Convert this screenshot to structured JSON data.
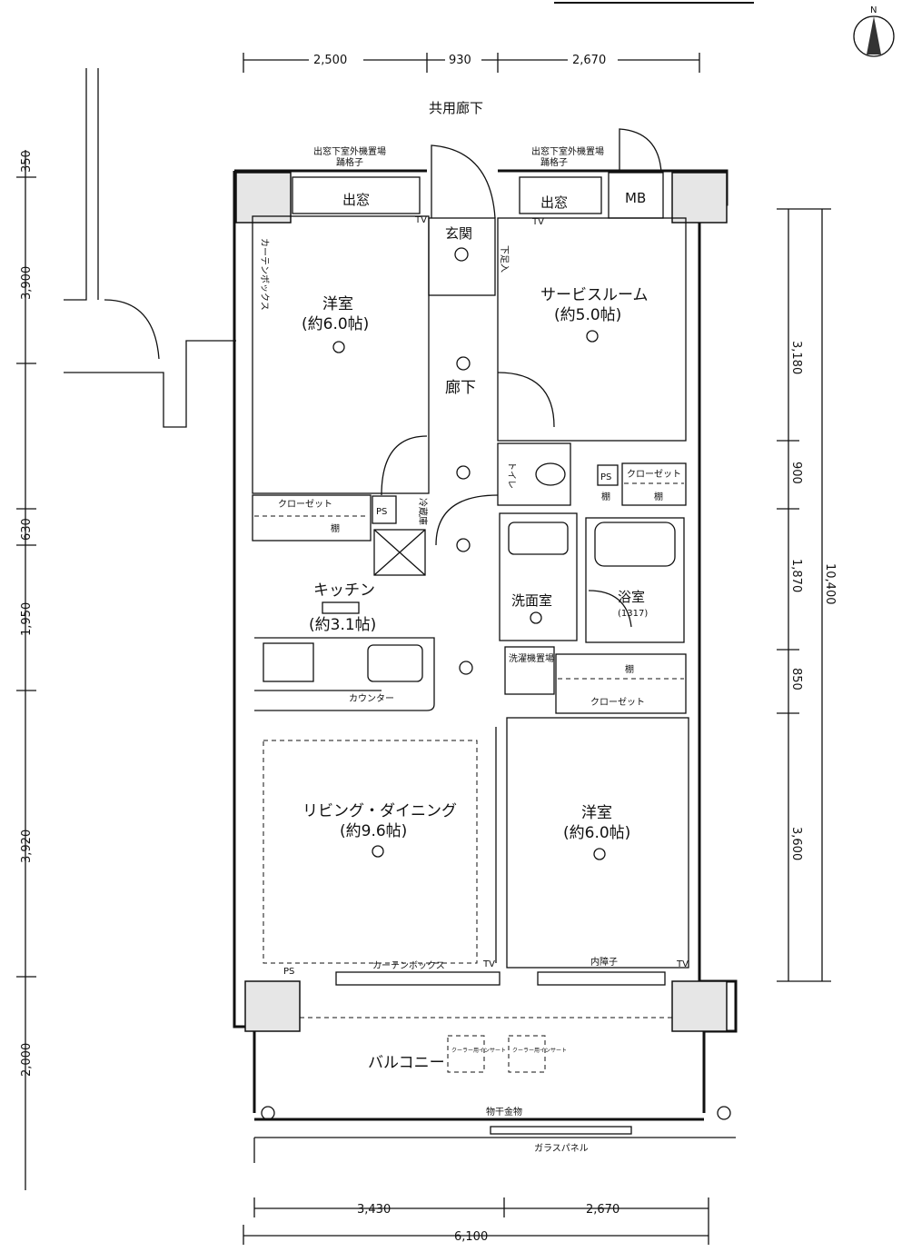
{
  "compass": {
    "north": "N"
  },
  "dimensions": {
    "top": [
      "2,500",
      "930",
      "2,670"
    ],
    "left": [
      "350",
      "3,900",
      "630",
      "1,950",
      "3,920",
      "2,000"
    ],
    "right": [
      "3,180",
      "900",
      "1,870",
      "850",
      "3,600"
    ],
    "right_total": "10,400",
    "bottom": [
      "3,430",
      "2,670"
    ],
    "bottom_total": "6,100"
  },
  "labels": {
    "corridor_common": "共用廊下",
    "bay_left_note1": "出窓下室外機置場",
    "bay_left_note2": "踊格子",
    "bay_right_note1": "出窓下室外機置場",
    "bay_right_note2": "踊格子",
    "bay_window_left": "出窓",
    "bay_window_right": "出窓",
    "mb": "MB",
    "entrance": "玄関",
    "shoe_box": "下足入",
    "hallway": "廊下",
    "bedroom1": "洋室",
    "bedroom1_size": "(約6.0帖)",
    "service_room": "サービスルーム",
    "service_room_size": "(約5.0帖)",
    "curtain_box_left": "カーテンボックス",
    "toilet": "トイレ",
    "ps1": "PS",
    "ps2": "PS",
    "ps3": "PS",
    "closet1": "クローゼット",
    "closet2": "クローゼット",
    "closet3": "クローゼット",
    "shelf1": "棚",
    "shelf2": "棚",
    "shelf3": "棚",
    "fridge": "冷蔵庫",
    "kitchen": "キッチン",
    "kitchen_size": "(約3.1帖)",
    "counter": "カウンター",
    "washroom": "洗面室",
    "bath": "浴室",
    "bath_size": "(1317)",
    "laundry": "洗濯機置場",
    "living": "リビング・ダイニング",
    "living_size": "(約9.6帖)",
    "bedroom2": "洋室",
    "bedroom2_size": "(約6.0帖)",
    "curtain_box_bottom": "カーテンボックス",
    "inner_shoji": "内障子",
    "balcony": "バルコニー",
    "cooler_insert1": "クーラー用インサート",
    "cooler_insert2": "クーラー用インサート",
    "drying_hardware": "物干金物",
    "glass_panel": "ガラスパネル",
    "tv1": "TV",
    "tv2": "TV",
    "tv3": "TV",
    "tv4": "TV"
  }
}
